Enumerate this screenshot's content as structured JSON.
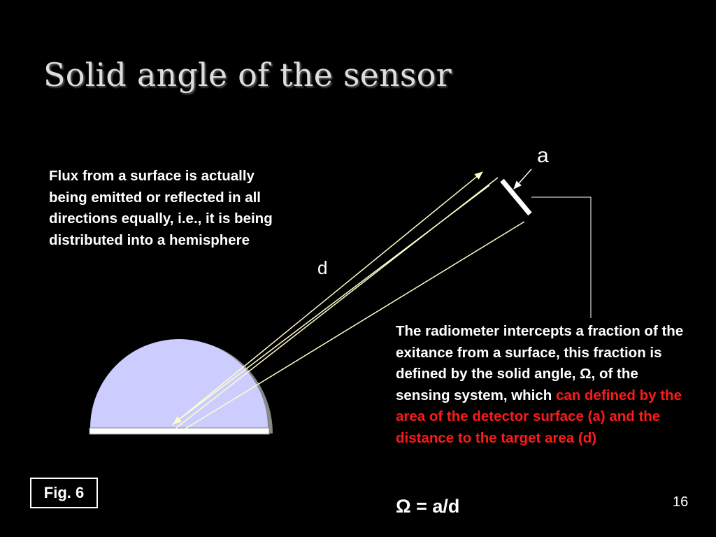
{
  "title": "Solid angle of the sensor",
  "left_paragraph": "Flux from a surface is actually being emitted or reflected in all directions equally, i.e., it is being distributed into a hemisphere",
  "right_paragraph": {
    "normal": "The radiometer intercepts a fraction of the exitance from a surface, this fraction is defined by the solid angle, Ω, of the sensing system, which ",
    "highlight": "can defined by the area of the detector surface (a) and the distance to the target area (d)"
  },
  "formula": "Ω = a/d",
  "labels": {
    "d": "d",
    "a": "a"
  },
  "fig_label": "Fig. 6",
  "page_number": "16",
  "colors": {
    "background": "#000000",
    "hemisphere_fill": "#ccccff",
    "ray_color": "#ffffcc",
    "highlight": "#ff1a1a"
  }
}
